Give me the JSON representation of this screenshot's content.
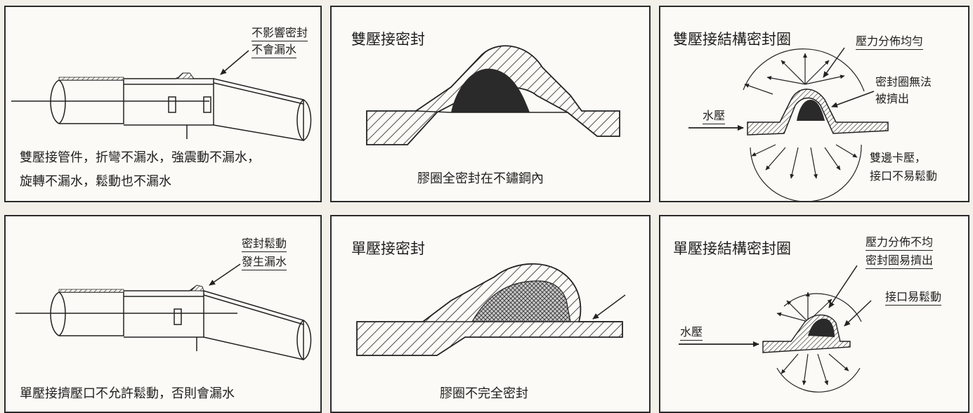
{
  "panels": {
    "p1": {
      "label1": "不影響密封",
      "label2": "不會漏水",
      "caption1": "雙壓接管件，折彎不漏水，強震動不漏水，",
      "caption2": "旋轉不漏水，鬆動也不漏水"
    },
    "p2": {
      "title": "雙壓接密封",
      "caption": "膠圈全密封在不鏽鋼內"
    },
    "p3": {
      "title": "雙壓接結構密封圈",
      "note1": "壓力分佈均勻",
      "note2a": "密封圈無法",
      "note2b": "被擠出",
      "note3a": "雙邊卡壓，",
      "note3b": "接口不易鬆動",
      "water": "水壓"
    },
    "p4": {
      "label1": "密封鬆動",
      "label2": "發生漏水",
      "caption": "單壓接擠壓口不允許鬆動，否則會漏水"
    },
    "p5": {
      "title": "單壓接密封",
      "caption": "膠圈不完全密封"
    },
    "p6": {
      "title": "單壓接結構密封圈",
      "note1": "壓力分佈不均",
      "note2": "密封圈易擠出",
      "note3": "接口易鬆動",
      "water": "水壓"
    }
  },
  "colors": {
    "ink": "#222222",
    "paper": "#fbfaf6",
    "background": "#f3f0ea"
  }
}
